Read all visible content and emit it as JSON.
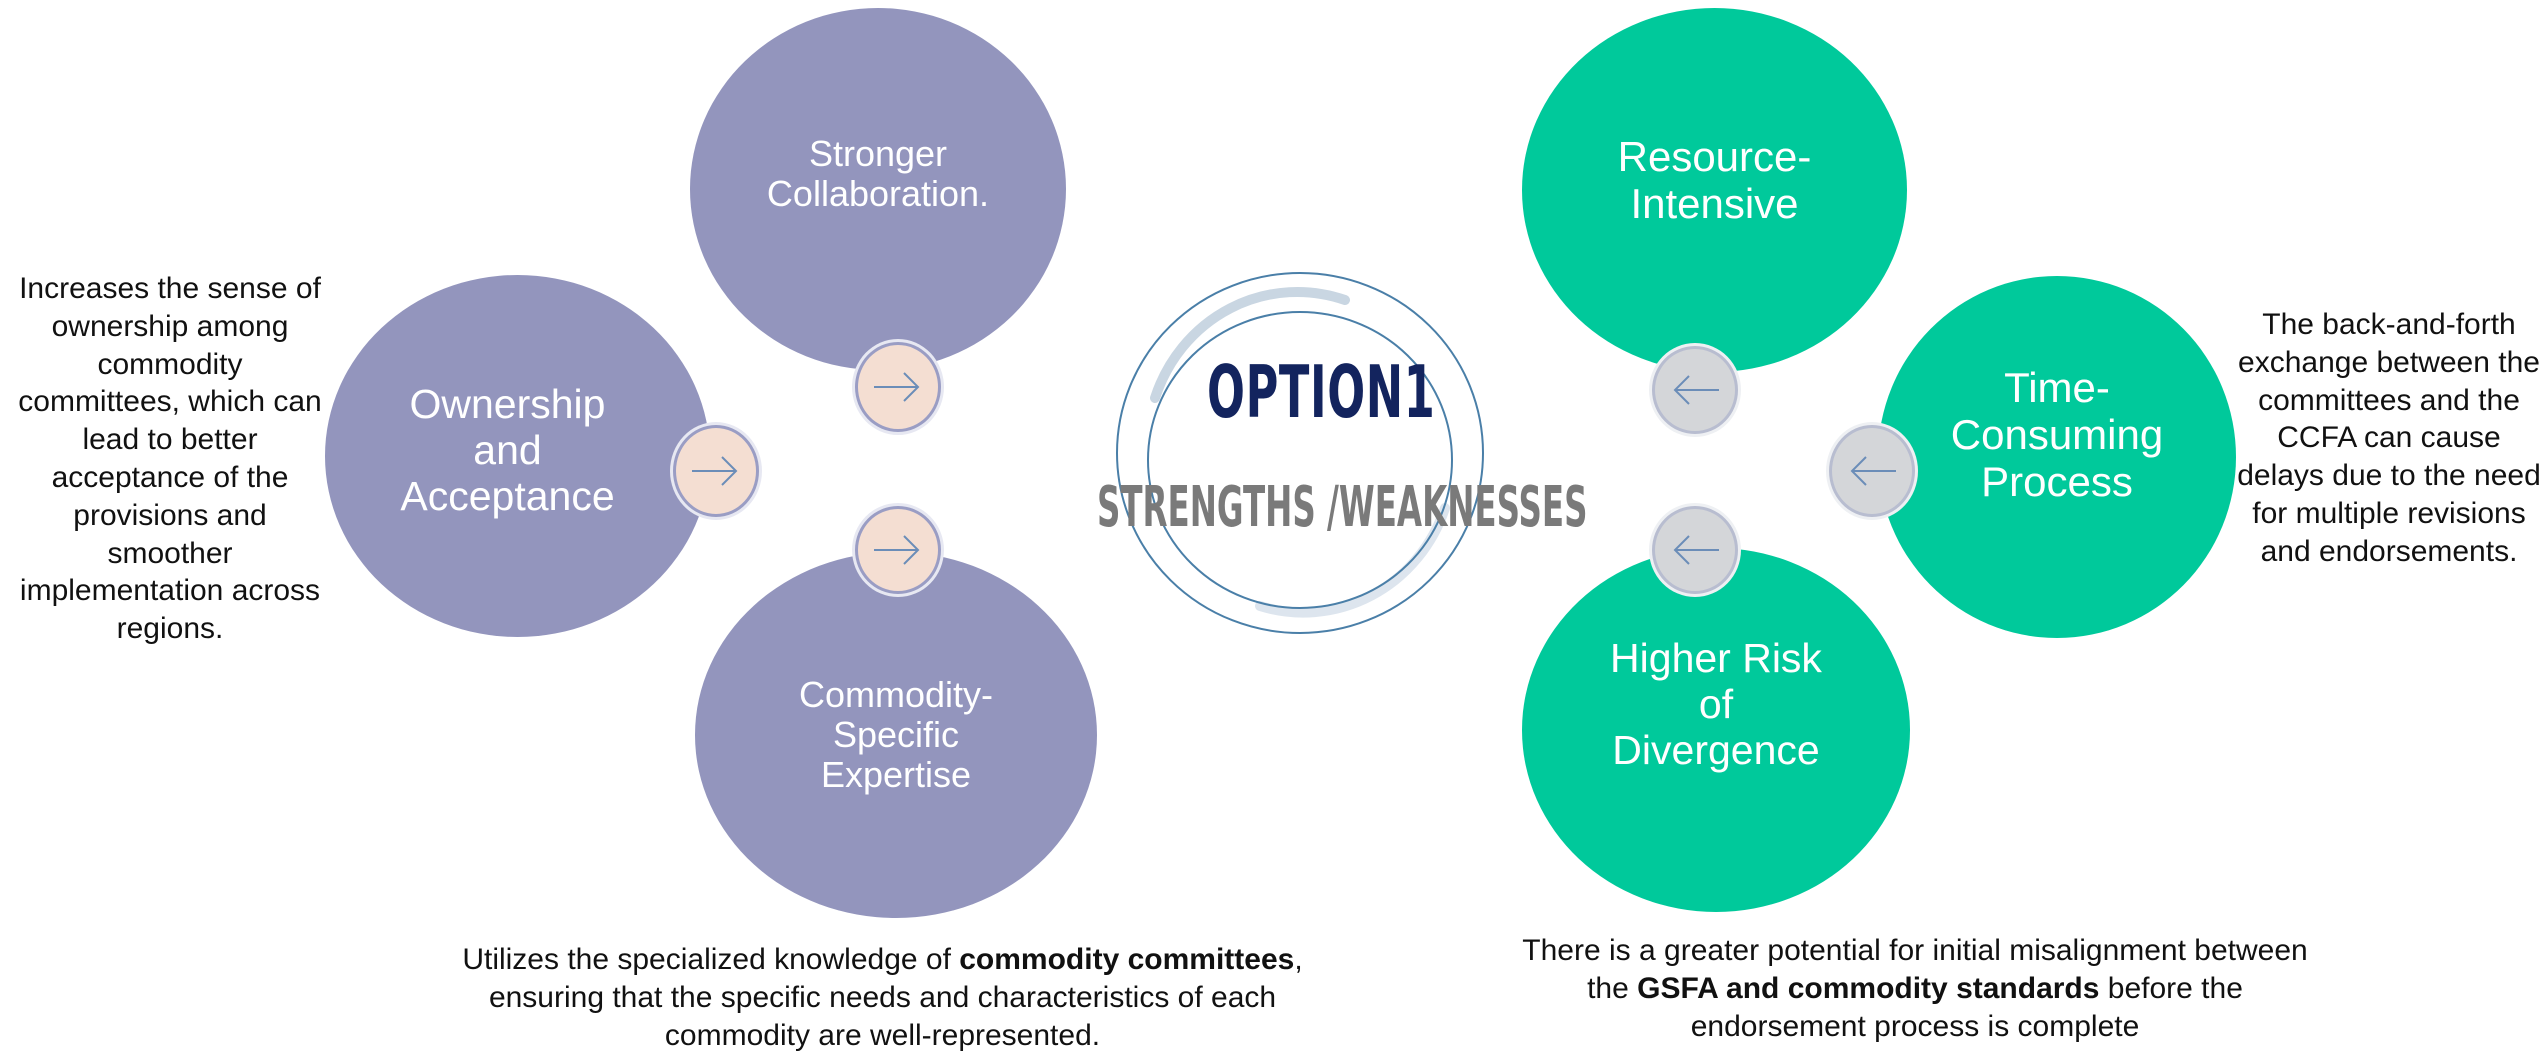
{
  "center": {
    "title": "OPTION1",
    "subtitle": "STRENGTHS /WEAKNESSES"
  },
  "strengths": {
    "top": "Stronger Collaboration.",
    "left": "Ownership and Acceptance",
    "bottom": "Commodity-Specific Expertise"
  },
  "weaknesses": {
    "top": "Resource-Intensive",
    "right": "Time-Consuming Process",
    "bottom": "Higher Risk of Divergence"
  },
  "descriptions": {
    "ownership": "Increases the sense of ownership among commodity committees, which can lead to better acceptance of the provisions and smoother implementation across regions.",
    "expertise": {
      "before": "Utilizes the specialized knowledge of ",
      "bold": "commodity committees",
      "after": ", ensuring that the specific needs and characteristics of each commodity are well-represented."
    },
    "divergence": {
      "before": "There is a greater potential for initial misalignment between the ",
      "bold": "GSFA and commodity standards",
      "after": " before the endorsement process is complete"
    },
    "time_consuming": "The back-and-forth exchange between the committees and the CCFA can cause delays due to the need for multiple revisions and endorsements."
  },
  "colors": {
    "strength_circle": "#9395bd",
    "weakness_circle": "#00c99b",
    "title": "#13245e",
    "subtitle": "#7a7a7a",
    "ring": "#4a7fa8"
  },
  "icons": {
    "strength_arrows": "arrow-right-icon",
    "weakness_arrows": "arrow-left-icon"
  }
}
